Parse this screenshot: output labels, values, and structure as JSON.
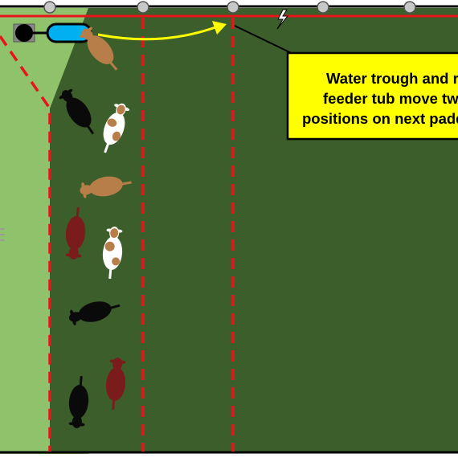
{
  "diagram": {
    "callout_lines": [
      "Water trough and r",
      "feeder tub move tw",
      "positions on next padd"
    ],
    "cattle": [
      {
        "id": "cow-tan-1",
        "color": "tan"
      },
      {
        "id": "cow-black-1",
        "color": "black"
      },
      {
        "id": "cow-spotted-1",
        "color": "brown-white"
      },
      {
        "id": "cow-tan-2",
        "color": "tan"
      },
      {
        "id": "cow-maroon-1",
        "color": "maroon"
      },
      {
        "id": "cow-spotted-2",
        "color": "brown-white"
      },
      {
        "id": "cow-black-2",
        "color": "black"
      },
      {
        "id": "cow-maroon-2",
        "color": "maroon"
      },
      {
        "id": "cow-black-3",
        "color": "black"
      }
    ],
    "icons": [
      "water-trough-icon",
      "feeder-tub-icon",
      "lightning-bolt-icon",
      "fence-post-icon",
      "movement-arrow-icon"
    ],
    "colors": {
      "grazed_paddock": "#8fc26a",
      "new_paddock": "#3c5e2a",
      "temporary_fence": "#e8141c",
      "permanent_fence": "#000000",
      "callout_bg": "#ffff00",
      "trough": "#00b0f0",
      "arrow": "#ffff00",
      "tan": "#b87e4a",
      "maroon": "#7b1c1c",
      "black": "#0a0a0a"
    }
  }
}
